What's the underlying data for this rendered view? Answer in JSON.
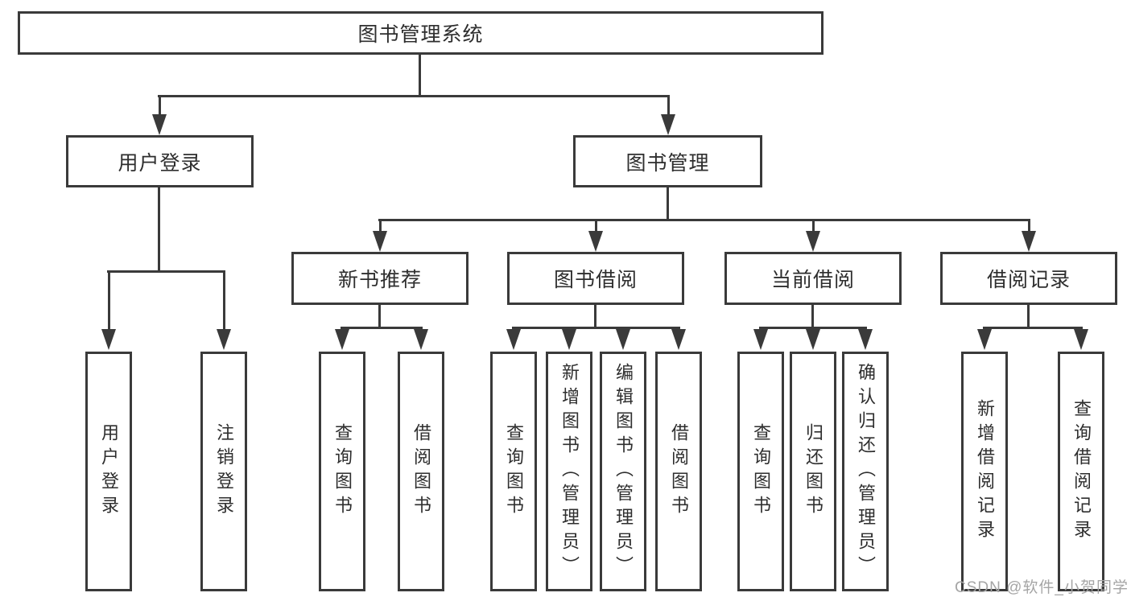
{
  "diagram": {
    "root": "图书管理系统",
    "level2": [
      "用户登录",
      "图书管理"
    ],
    "level3": [
      "新书推荐",
      "图书借阅",
      "当前借阅",
      "借阅记录"
    ],
    "leaves": {
      "user": [
        "用户登录",
        "注销登录"
      ],
      "recommend": [
        "查询图书",
        "借阅图书"
      ],
      "borrow": [
        "查询图书",
        "新增图书（管理员）",
        "编辑图书（管理员）",
        "借阅图书"
      ],
      "current": [
        "查询图书",
        "归还图书",
        "确认归还（管理员）"
      ],
      "records": [
        "新增借阅记录",
        "查询借阅记录"
      ]
    }
  },
  "watermark": "CSDN @软件_小贺同学",
  "colors": {
    "line": "#3a3a3a",
    "text": "#2e2e2e",
    "watermark": "#a5a5a5",
    "background": "#ffffff"
  }
}
